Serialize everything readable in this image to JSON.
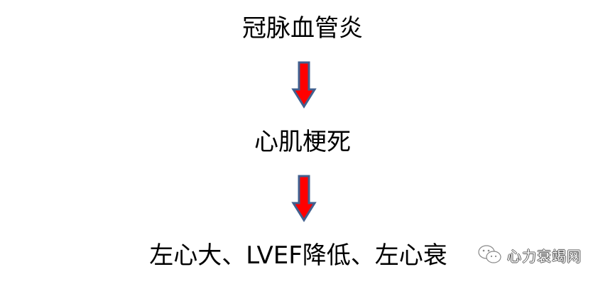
{
  "diagram": {
    "type": "flowchart",
    "direction": "top-to-bottom",
    "nodes": [
      {
        "id": "n1",
        "label": "冠脉血管炎"
      },
      {
        "id": "n2",
        "label": "心肌梗死"
      },
      {
        "id": "n3",
        "label": "左心大、LVEF降低、左心衰"
      }
    ],
    "edges": [
      {
        "from": "n1",
        "to": "n2",
        "style": "red-arrow-blue-outline"
      },
      {
        "from": "n2",
        "to": "n3",
        "style": "red-arrow-blue-outline"
      }
    ],
    "colors": {
      "arrow_fill": "#ff0000",
      "arrow_stroke": "#41608f",
      "text": "#000000"
    }
  },
  "watermark": {
    "icon": "wechat-icon",
    "text": "心力衰竭网"
  }
}
